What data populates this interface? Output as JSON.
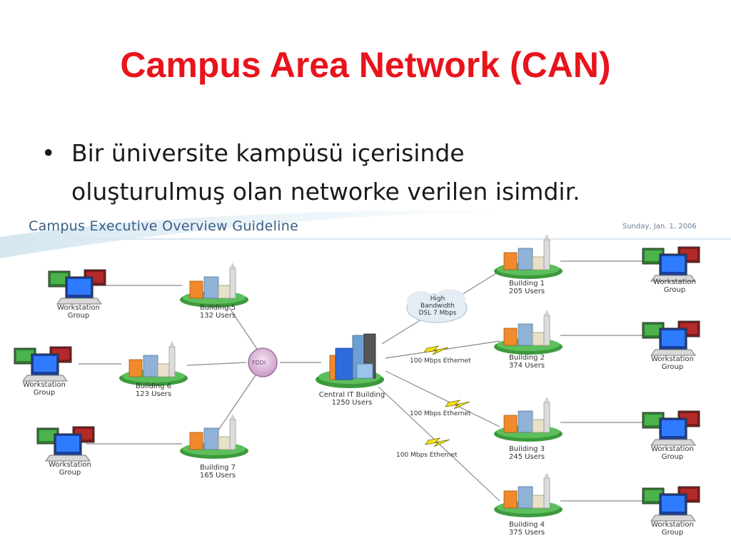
{
  "slide": {
    "title": "Campus Area Network (CAN)",
    "bullet_marker": "•",
    "bullet_line1": "Bir üniversite kampüsü içerisinde",
    "bullet_line2": "oluşturulmuş olan networke verilen isimdir."
  },
  "diagram": {
    "header": "Campus Executive Overview Guideline",
    "date": "Sunday, Jan. 1, 2006",
    "hub_label": "FDDI",
    "cloud": [
      "High",
      "Bandwidth",
      "DSL 7 Mbps"
    ],
    "central": [
      "Central IT Building",
      "1250 Users"
    ],
    "buildings": [
      {
        "name": "Building 5",
        "users": "132 Users"
      },
      {
        "name": "Building 6",
        "users": "123 Users"
      },
      {
        "name": "Building 7",
        "users": "165 Users"
      },
      {
        "name": "Building 1",
        "users": "205 Users"
      },
      {
        "name": "Building 2",
        "users": "374 Users"
      },
      {
        "name": "Building 3",
        "users": "245 Users"
      },
      {
        "name": "Building 4",
        "users": "375 Users"
      }
    ],
    "links": [
      "100 Mbps Ethernet",
      "100 Mbps Ethernet",
      "100 Mbps Ethernet"
    ],
    "workstation": [
      "Workstation",
      "Group"
    ]
  }
}
